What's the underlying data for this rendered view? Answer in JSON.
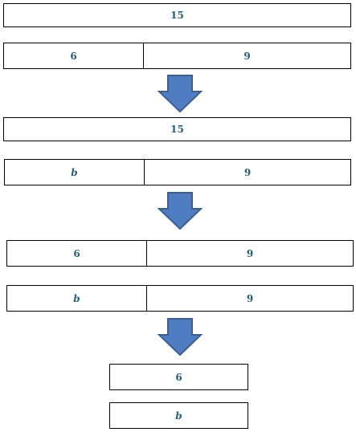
{
  "step1": {
    "total": "15",
    "parts": [
      "6",
      "9"
    ]
  },
  "step2": {
    "total": "15",
    "parts": [
      "b",
      "9"
    ]
  },
  "step3": {
    "known_parts": [
      "6",
      "9"
    ],
    "unknown_parts": [
      "b",
      "9"
    ]
  },
  "step4": {
    "known": "6",
    "unknown": "b"
  },
  "colors": {
    "text": "#1f5f7a",
    "arrow_fill": "#4f7dc1",
    "arrow_stroke": "#3a5f94"
  },
  "icons": [
    "arrow-down-icon"
  ]
}
